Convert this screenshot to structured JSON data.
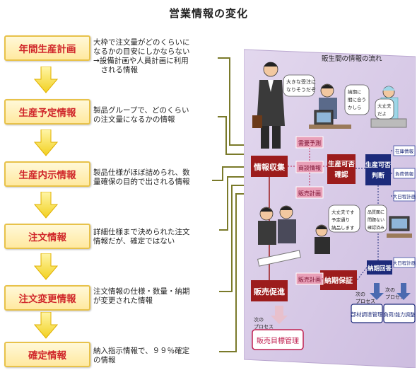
{
  "title": "営業情報の変化",
  "stages": [
    {
      "label": "年間生産計画",
      "desc": [
        "大枠で注文量がどのくらいに",
        "なるかの目安にしかならない",
        "→設備計画や人員計画に利用",
        "　される情報"
      ]
    },
    {
      "label": "生産予定情報",
      "desc": [
        "製品グループで、どのくらい",
        "の注文量になるかの情報"
      ]
    },
    {
      "label": "生産内示情報",
      "desc": [
        "製品仕様がほぼ詰められ、数",
        "量確保の目的で出される情報"
      ]
    },
    {
      "label": "注文情報",
      "desc": [
        "詳細仕様まで決められた注文",
        "情報だが、確定ではない"
      ]
    },
    {
      "label": "注文変更情報",
      "desc": [
        "注文情報の仕様・数量・納期",
        "が変更された情報"
      ]
    },
    {
      "label": "確定情報",
      "desc": [
        "納入指示情報で、９９％確定",
        "の情報"
      ]
    }
  ],
  "diagram": {
    "title": "販生間の情報の流れ",
    "bubbles": {
      "top": [
        "大きな受注に",
        "なりそうだぞ"
      ],
      "mid": [
        "納期に",
        "間に合う",
        "かしら"
      ],
      "right": [
        "大丈夫",
        "だよ"
      ],
      "lower": [
        "大丈夫です",
        "予定通り",
        "納品します"
      ],
      "side": [
        "品質面に",
        "問題ない",
        "確認済み"
      ]
    },
    "boxes": {
      "info_collect": "情報収集",
      "demand_forecast": "需要予測",
      "deal_info": "商談情報",
      "sales_plan": "販売計画",
      "prod_confirm": "生産可否確認",
      "prod_judge": "生産可否判断",
      "inventory": "在庫情報",
      "capacity": "負荷情報",
      "schedule": "大日程計画",
      "schedule2": "大日程計画",
      "sales_promo": "販売促進",
      "sales_plan2": "販売計画",
      "delivery": "納期保証",
      "delivery_reply": "納期回答",
      "next1": "次の\nプロセス",
      "next2": "次の\nプロセス",
      "next3": "次の\nプロセス",
      "parts": "部材調達管理",
      "load": "負荷/能力調整",
      "sales_target": "販売目標管理"
    }
  },
  "colors": {
    "stage_text": "#d0262a",
    "stage_border": "#e8c24a",
    "diagram_bg": "#d9cbe6",
    "dark_red": "#9c1c1c",
    "navy": "#1c2a7a",
    "pink": "#e9a0b8",
    "olive": "#7a7a2a"
  }
}
